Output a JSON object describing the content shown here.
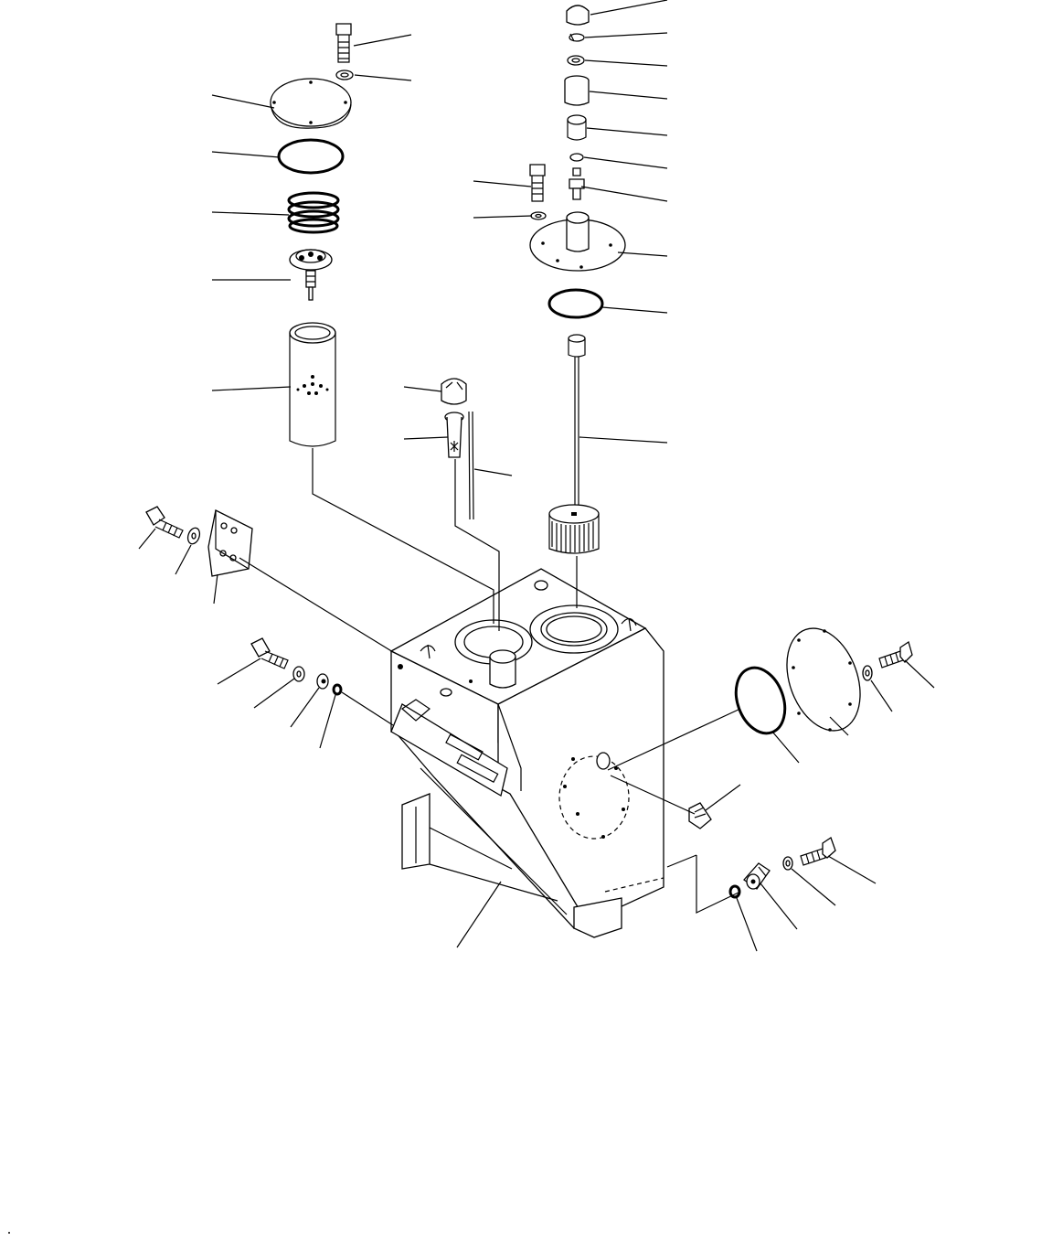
{
  "diagram": {
    "type": "exploded-parts-view",
    "subject": "hydraulic-tank-assembly",
    "text_labels": [],
    "parts": [
      "bolt",
      "washer",
      "filter-cover",
      "o-ring",
      "spring",
      "valve",
      "filter-element",
      "cap",
      "washer-small",
      "washer-small",
      "breather-body",
      "collar",
      "ring",
      "plug-valve",
      "bolt-small",
      "washer-small",
      "breather-cover",
      "o-ring-large",
      "dipstick-tube",
      "strainer",
      "oil-filler-cap",
      "level-gauge-tube",
      "gauge-rod",
      "bolt",
      "washer",
      "bracket",
      "bolt",
      "washer",
      "clip",
      "o-ring-small",
      "hydraulic-tank",
      "o-ring",
      "cover-plate",
      "washer",
      "bolt",
      "drain-plug",
      "o-ring-small",
      "sensor",
      "washer",
      "bolt"
    ]
  }
}
